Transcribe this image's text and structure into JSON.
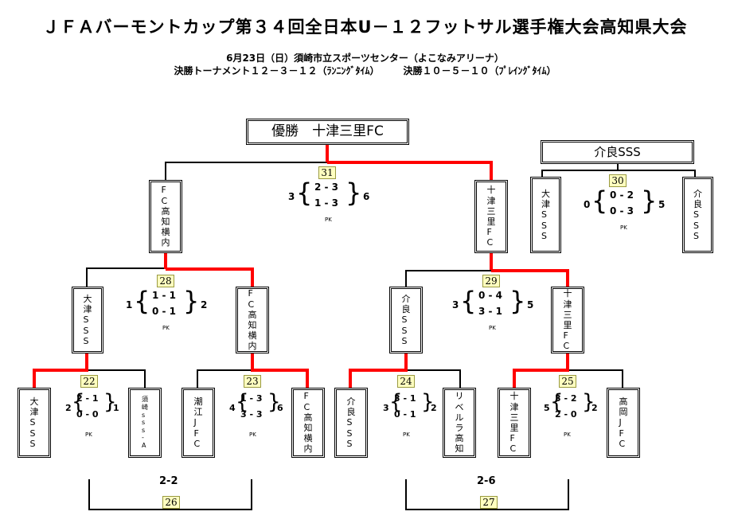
{
  "title": "ＪＦＡバーモントカップ第３４回全日本U－１２フットサル選手権大会高知県大会",
  "subtitle1": "6月23日（日）須崎市立スポーツセンター（よこなみアリーナ）",
  "subtitle2": "決勝トーナメント１２－３－１２（ﾗﾝﾆﾝｸﾞﾀｲﾑ）　　　決勝１０－５－１０（ﾌﾟﾚｲﾝｸﾞﾀｲﾑ）",
  "champion": "優勝　十津三里FC",
  "third_bracket_winner": "介良SSS",
  "teams": {
    "fc_kochi_yokouchi": "FC高知横内",
    "totsu_sanri_fc": "十津三里FC",
    "otsu_sss": "大津SSS",
    "kera_sss": "介良SSS",
    "susaki_sssa": "須崎sss-A",
    "ushioe_jfc": "潮江JFC",
    "liberla_kochi": "リベルラ高知",
    "takaoka_jfc": "高岡JFC"
  },
  "match_numbers": {
    "m22": "22",
    "m23": "23",
    "m24": "24",
    "m25": "25",
    "m26": "26",
    "m27": "27",
    "m28": "28",
    "m29": "29",
    "m30": "30",
    "m31": "31"
  },
  "pk_label": "PK",
  "scores": {
    "m22": {
      "left": "2",
      "h1": "2 - 1",
      "h2": "0 - 0",
      "right": "1"
    },
    "m23": {
      "left": "4",
      "h1": "1 - 3",
      "h2": "3 - 3",
      "right": "6"
    },
    "m24": {
      "left": "3",
      "h1": "3 - 1",
      "h2": "0 - 1",
      "right": "2"
    },
    "m25": {
      "left": "5",
      "h1": "3 - 2",
      "h2": "2 - 0",
      "right": "2"
    },
    "m28": {
      "left": "1",
      "h1": "1 - 1",
      "h2": "0 - 1",
      "right": "2"
    },
    "m29": {
      "left": "3",
      "h1": "0 - 4",
      "h2": "3 - 1",
      "right": "5"
    },
    "m30": {
      "left": "0",
      "h1": "0 - 2",
      "h2": "0 - 3",
      "right": "5"
    },
    "m31": {
      "left": "3",
      "h1": "2 - 3",
      "h2": "1 - 3",
      "right": "6"
    }
  },
  "results": {
    "m26": "2-2",
    "m27": "2-6"
  },
  "colors": {
    "winner_line": "#ff0000",
    "line": "#000000",
    "match_box": "#ffffc0"
  }
}
